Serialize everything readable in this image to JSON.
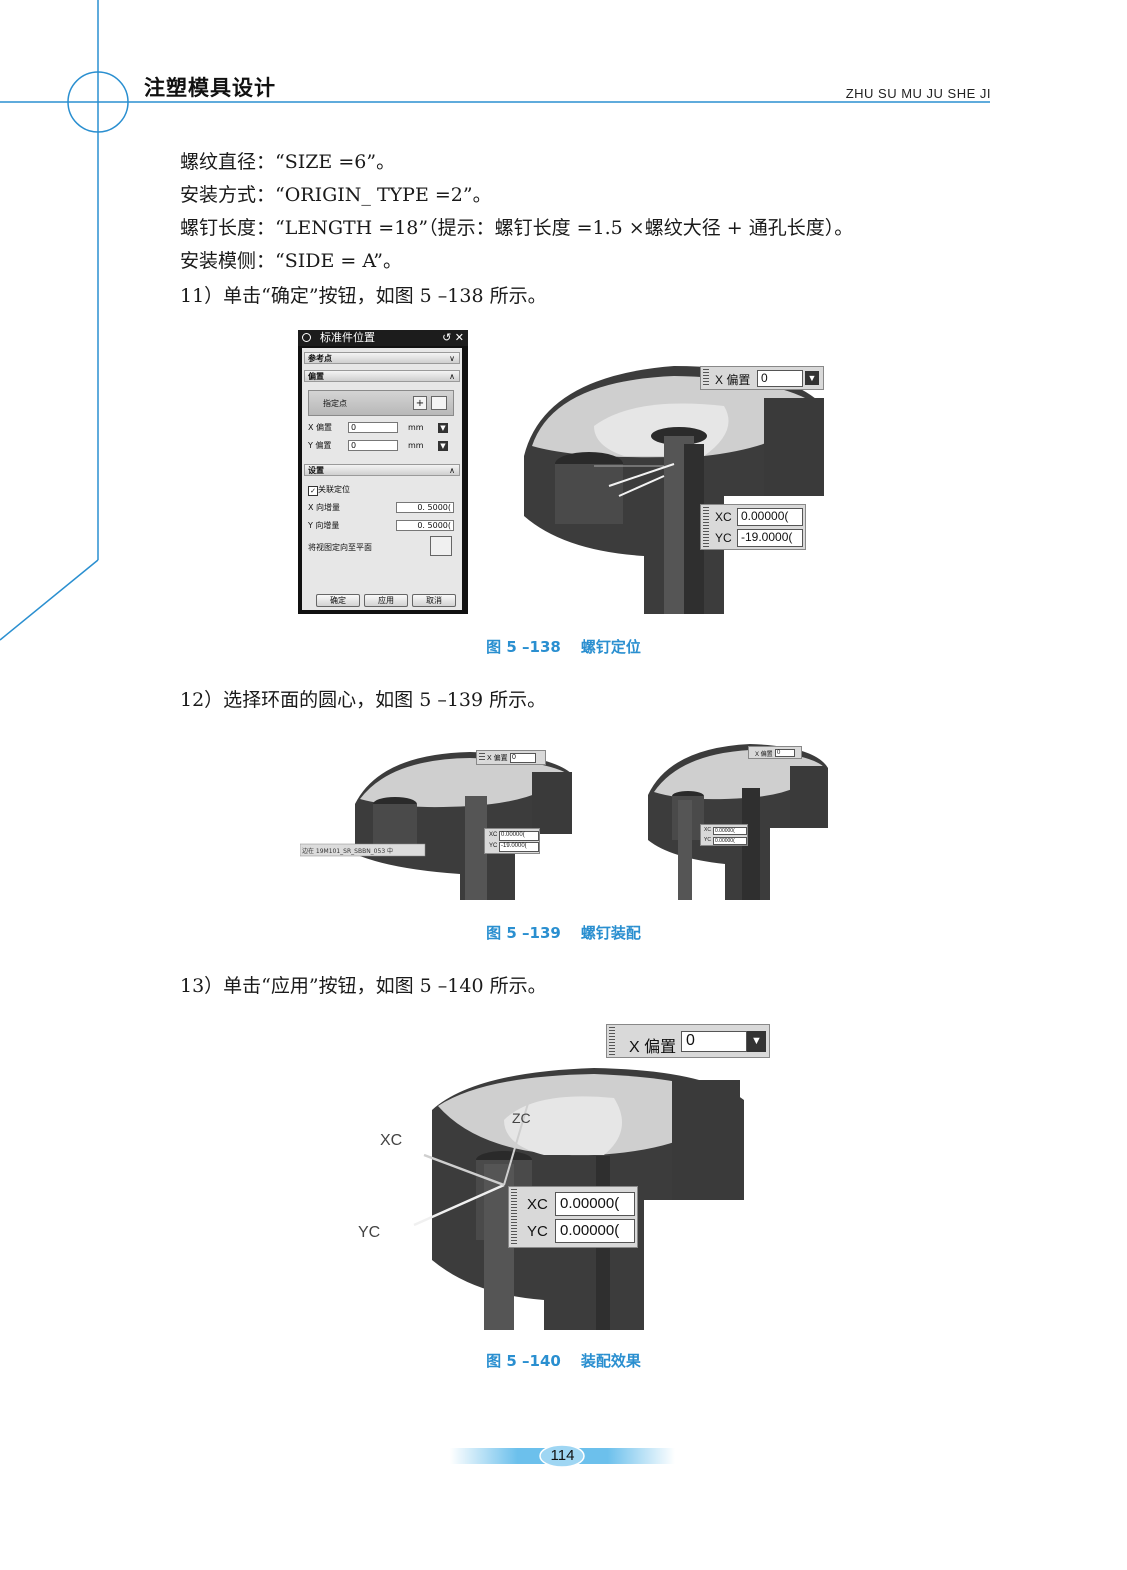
{
  "header": {
    "title": "注塑模具设计",
    "pinyin": "ZHU SU MU JU SHE JI"
  },
  "body": {
    "lines": [
      "螺纹直径：“SIZE =6”。",
      "安装方式：“ORIGIN_ TYPE =2”。",
      "螺钉长度：“LENGTH =18”（提示：螺钉长度 =1.5 ×螺纹大径  +  通孔长度）。",
      "安装模侧：“SIDE = A”。",
      "11）单击“确定”按钮，如图 5 –138 所示。"
    ],
    "step12": "12）选择环面的圆心，如图 5 –139 所示。",
    "step13": "13）单击“应用”按钮，如图 5 –140 所示。"
  },
  "figures": {
    "fig138": {
      "number": "图 5 –138",
      "title": "螺钉定位"
    },
    "fig139": {
      "number": "图 5 –139",
      "title": "螺钉装配"
    },
    "fig140": {
      "number": "图 5 –140",
      "title": "装配效果"
    }
  },
  "dialog": {
    "title": "标准件位置",
    "title_buttons": "↺ ✕",
    "sections": {
      "reference": "参考点",
      "offset": "偏置",
      "settings": "设置"
    },
    "specify_point": "指定点",
    "x_offset_label": "X 偏置",
    "x_offset_value": "0",
    "y_offset_label": "Y 偏置",
    "y_offset_value": "0",
    "unit": "mm",
    "associative_label": "关联定位",
    "x_increment_label": "X 向增量",
    "x_increment_value": "0. 5000(",
    "y_increment_label": "Y 向增量",
    "y_increment_value": "0. 5000(",
    "orient_view_label": "将视图定向至平面",
    "ok_button": "确定",
    "apply_button": "应用",
    "cancel_button": "取消"
  },
  "viewport": {
    "x_offset_label": "X 偏置",
    "x_offset_value": "0",
    "xc_label": "XC",
    "yc_label": "YC",
    "zc_label": "ZC",
    "xc_value_138": "0.00000(",
    "yc_value_138": "-19.0000(",
    "xc_value_140": "0.00000(",
    "yc_value_140": "0.00000(",
    "status_139": "边在 19M101_SR_SBBN_053 中"
  },
  "page_number": "114",
  "colors": {
    "accent": "#2a8fd0",
    "caption": "#2a8fd0",
    "model_dark": "#3a3a3a",
    "model_light": "#c9c9c9"
  }
}
